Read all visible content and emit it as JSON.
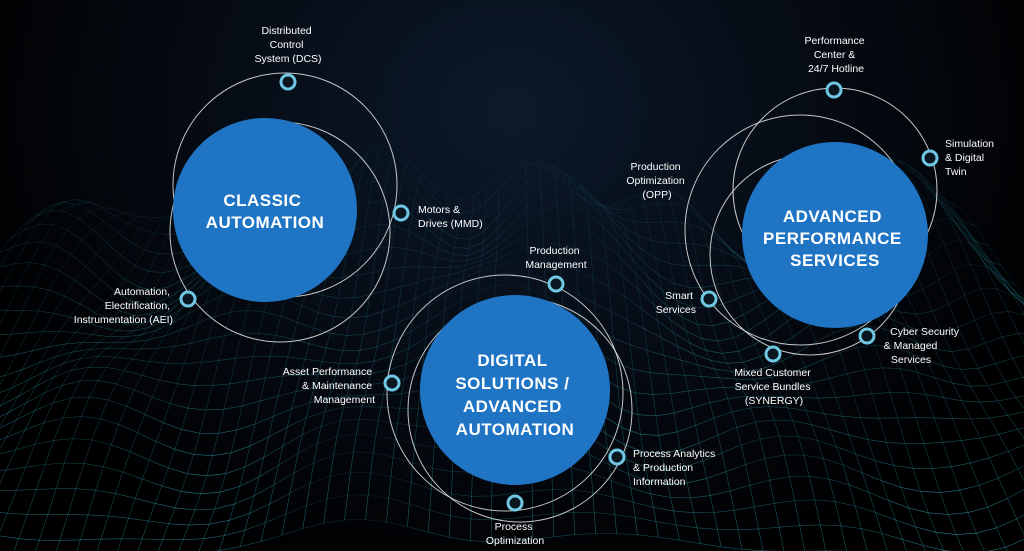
{
  "colors": {
    "hub": "#1f74c4",
    "node_ring": "#6fc7e3",
    "orbit": "#e6e6e6",
    "mesh": "#2aa3b5"
  },
  "hubs": {
    "classic": {
      "lines": [
        "CLASSIC",
        "AUTOMATION"
      ]
    },
    "digital": {
      "lines": [
        "DIGITAL",
        "SOLUTIONS /",
        "ADVANCED",
        "AUTOMATION"
      ]
    },
    "aps": {
      "lines": [
        "ADVANCED",
        "PERFORMANCE",
        "SERVICES"
      ]
    }
  },
  "nodes": {
    "dcs": {
      "lines": [
        "Distributed",
        "Control",
        "System (DCS)"
      ]
    },
    "mmd": {
      "lines": [
        "Motors &",
        "Drives (MMD)"
      ]
    },
    "aei": {
      "lines": [
        "Automation,",
        "Electrification,",
        "Instrumentation (AEI)"
      ]
    },
    "prod_mgmt": {
      "lines": [
        "Production",
        "Management"
      ]
    },
    "apm": {
      "lines": [
        "Asset Performance",
        "& Maintenance",
        "Management"
      ]
    },
    "process_analytics": {
      "lines": [
        "Process Analytics",
        "& Production",
        "Information"
      ]
    },
    "process_opt": {
      "lines": [
        "Process",
        "Optimization"
      ]
    },
    "perf_center": {
      "lines": [
        "Performance",
        "Center &",
        "24/7 Hotline"
      ]
    },
    "simulation": {
      "lines": [
        "Simulation",
        "& Digital",
        "Twin"
      ]
    },
    "opp": {
      "lines": [
        "Production",
        "Optimization",
        "(OPP)"
      ]
    },
    "smart_services": {
      "lines": [
        "Smart",
        "Services"
      ]
    },
    "cyber": {
      "lines": [
        "Cyber Security",
        "& Managed",
        "Services"
      ]
    },
    "synergy": {
      "lines": [
        "Mixed Customer",
        "Service Bundles",
        "(SYNERGY)"
      ]
    }
  }
}
